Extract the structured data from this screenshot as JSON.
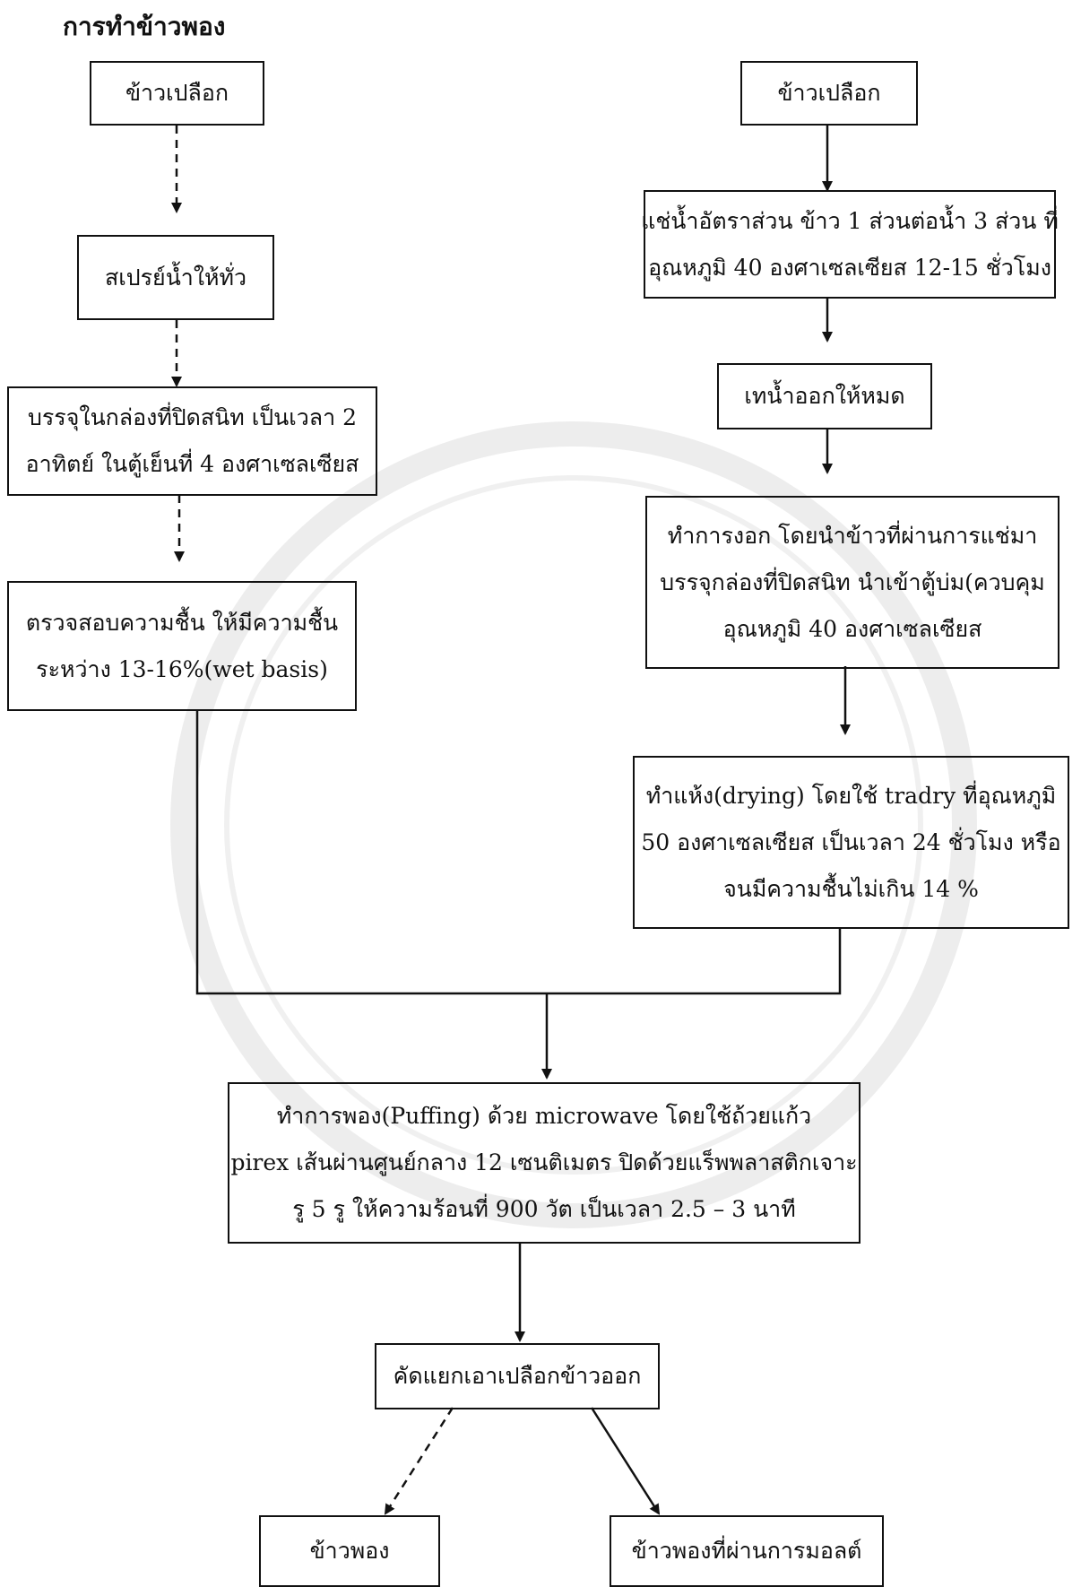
{
  "title": "การทำข้าวพอง",
  "left_branch": {
    "start": "ข้าวเปลือก",
    "spray": "สเปรย์น้ำให้ทั่ว",
    "store": [
      "บรรจุในกล่องที่ปิดสนิท เป็นเวลา 2",
      "อาทิตย์ ในตู้เย็นที่ 4 องศาเซลเซียส"
    ],
    "moisture": [
      "ตรวจสอบความชื้น ให้มีความชื้น",
      "ระหว่าง 13-16%(wet basis)"
    ]
  },
  "right_branch": {
    "start": "ข้าวเปลือก",
    "soak": [
      "แช่น้ำอัตราส่วน ข้าว 1 ส่วนต่อน้ำ 3 ส่วน ที่",
      "อุณหภูมิ 40 องศาเซลเซียส  12-15 ชั่วโมง"
    ],
    "drain": "เทน้ำออกให้หมด",
    "germinate": [
      "ทำการงอก โดยนำข้าวที่ผ่านการแช่มา",
      "บรรจุกล่องที่ปิดสนิท นำเข้าตู้บ่ม(ควบคุม",
      "อุณหภูมิ 40 องศาเซลเซียส"
    ],
    "dry": [
      "ทำแห้ง(drying) โดยใช้ tradry ที่อุณหภูมิ",
      "50 องศาเซลเซียส เป็นเวลา 24 ชั่วโมง หรือ",
      "จนมีความชื้นไม่เกิน 14 %"
    ]
  },
  "puffing": [
    "ทำการพอง(Puffing) ด้วย microwave โดยใช้ถ้วยแก้ว",
    "pirex เส้นผ่านศูนย์กลาง 12 เซนติเมตร ปิดด้วยแร็พพลาสติกเจาะ",
    "รู 5 รู ให้ความร้อนที่ 900 วัต เป็นเวลา 2.5 – 3 นาที"
  ],
  "separate": "คัดแยกเอาเปลือกข้าวออก",
  "outputs": {
    "puffed": "ข้าวพอง",
    "malted": "ข้าวพองที่ผ่านการมอลต์"
  }
}
